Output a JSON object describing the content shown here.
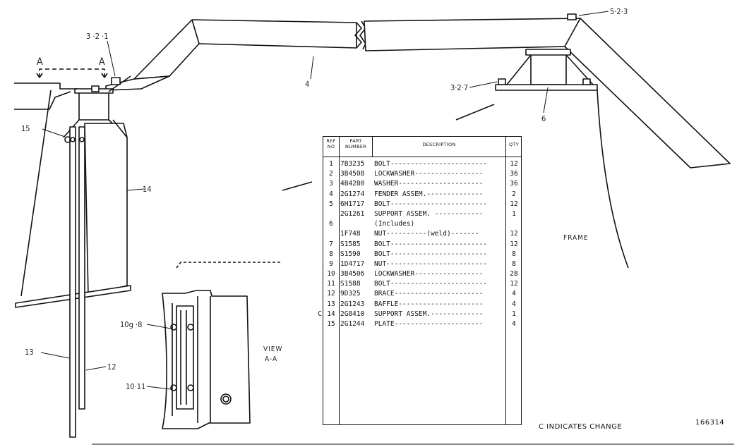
{
  "labels": {
    "item_3_2_1": "3 ·2 ·1",
    "view_a_left": "A",
    "view_a_right": "A",
    "item_4": "4",
    "item_5_2_3": "5·2·3",
    "item_3_2_7": "3·2·7",
    "item_6": "6",
    "item_15": "15",
    "item_14": "14",
    "item_13": "13",
    "item_12": "12",
    "item_10_9_8": "10g ·8",
    "item_10_11": "10·11",
    "view_title": "VIEW",
    "view_sub": "A-A",
    "frame": "FRAME"
  },
  "table": {
    "headers": {
      "ref": "REF\nNO",
      "part": "PART\nNUMBER",
      "desc": "DESCRIPTION",
      "qty": "QTY"
    },
    "rows": [
      {
        "mark": "",
        "ref": "1",
        "part": "7B3235",
        "desc": "BOLT------------------------",
        "qty": "12"
      },
      {
        "mark": "",
        "ref": "2",
        "part": "3B4508",
        "desc": "LOCKWASHER-----------------",
        "qty": "36"
      },
      {
        "mark": "",
        "ref": "3",
        "part": "4B4280",
        "desc": "WASHER---------------------",
        "qty": "36"
      },
      {
        "mark": "",
        "ref": "4",
        "part": "2G1274",
        "desc": "FENDER ASSEM.--------------",
        "qty": "2"
      },
      {
        "mark": "",
        "ref": "5",
        "part": "6H1717",
        "desc": "BOLT------------------------",
        "qty": "12"
      },
      {
        "mark": "",
        "ref": "",
        "part": "2G1261",
        "desc": "SUPPORT ASSEM. ------------",
        "qty": "1"
      },
      {
        "mark": "",
        "ref": "6",
        "part": "",
        "desc": "  (Includes)",
        "qty": ""
      },
      {
        "mark": "",
        "ref": "",
        "part": "1F748",
        "desc": "  NUT----------(weld)-------",
        "qty": "12"
      },
      {
        "mark": "",
        "ref": "7",
        "part": "S1585",
        "desc": "BOLT------------------------",
        "qty": "12"
      },
      {
        "mark": "",
        "ref": "8",
        "part": "S1590",
        "desc": "BOLT------------------------",
        "qty": "8"
      },
      {
        "mark": "",
        "ref": "9",
        "part": "1D4717",
        "desc": "NUT-------------------------",
        "qty": "8"
      },
      {
        "mark": "",
        "ref": "10",
        "part": "3B4506",
        "desc": "LOCKWASHER-----------------",
        "qty": "28"
      },
      {
        "mark": "",
        "ref": "11",
        "part": "S1588",
        "desc": "BOLT------------------------",
        "qty": "12"
      },
      {
        "mark": "",
        "ref": "12",
        "part": "9D325",
        "desc": "BRACE----------------------",
        "qty": "4"
      },
      {
        "mark": "",
        "ref": "13",
        "part": "2G1243",
        "desc": "BAFFLE---------------------",
        "qty": "4"
      },
      {
        "mark": "C",
        "ref": "14",
        "part": "2G8410",
        "desc": "SUPPORT ASSEM.-------------",
        "qty": "1"
      },
      {
        "mark": "",
        "ref": "15",
        "part": "2G1244",
        "desc": "PLATE----------------------",
        "qty": "4"
      }
    ]
  },
  "footer": {
    "change_note": "C INDICATES CHANGE",
    "drawing_number": "166314"
  }
}
